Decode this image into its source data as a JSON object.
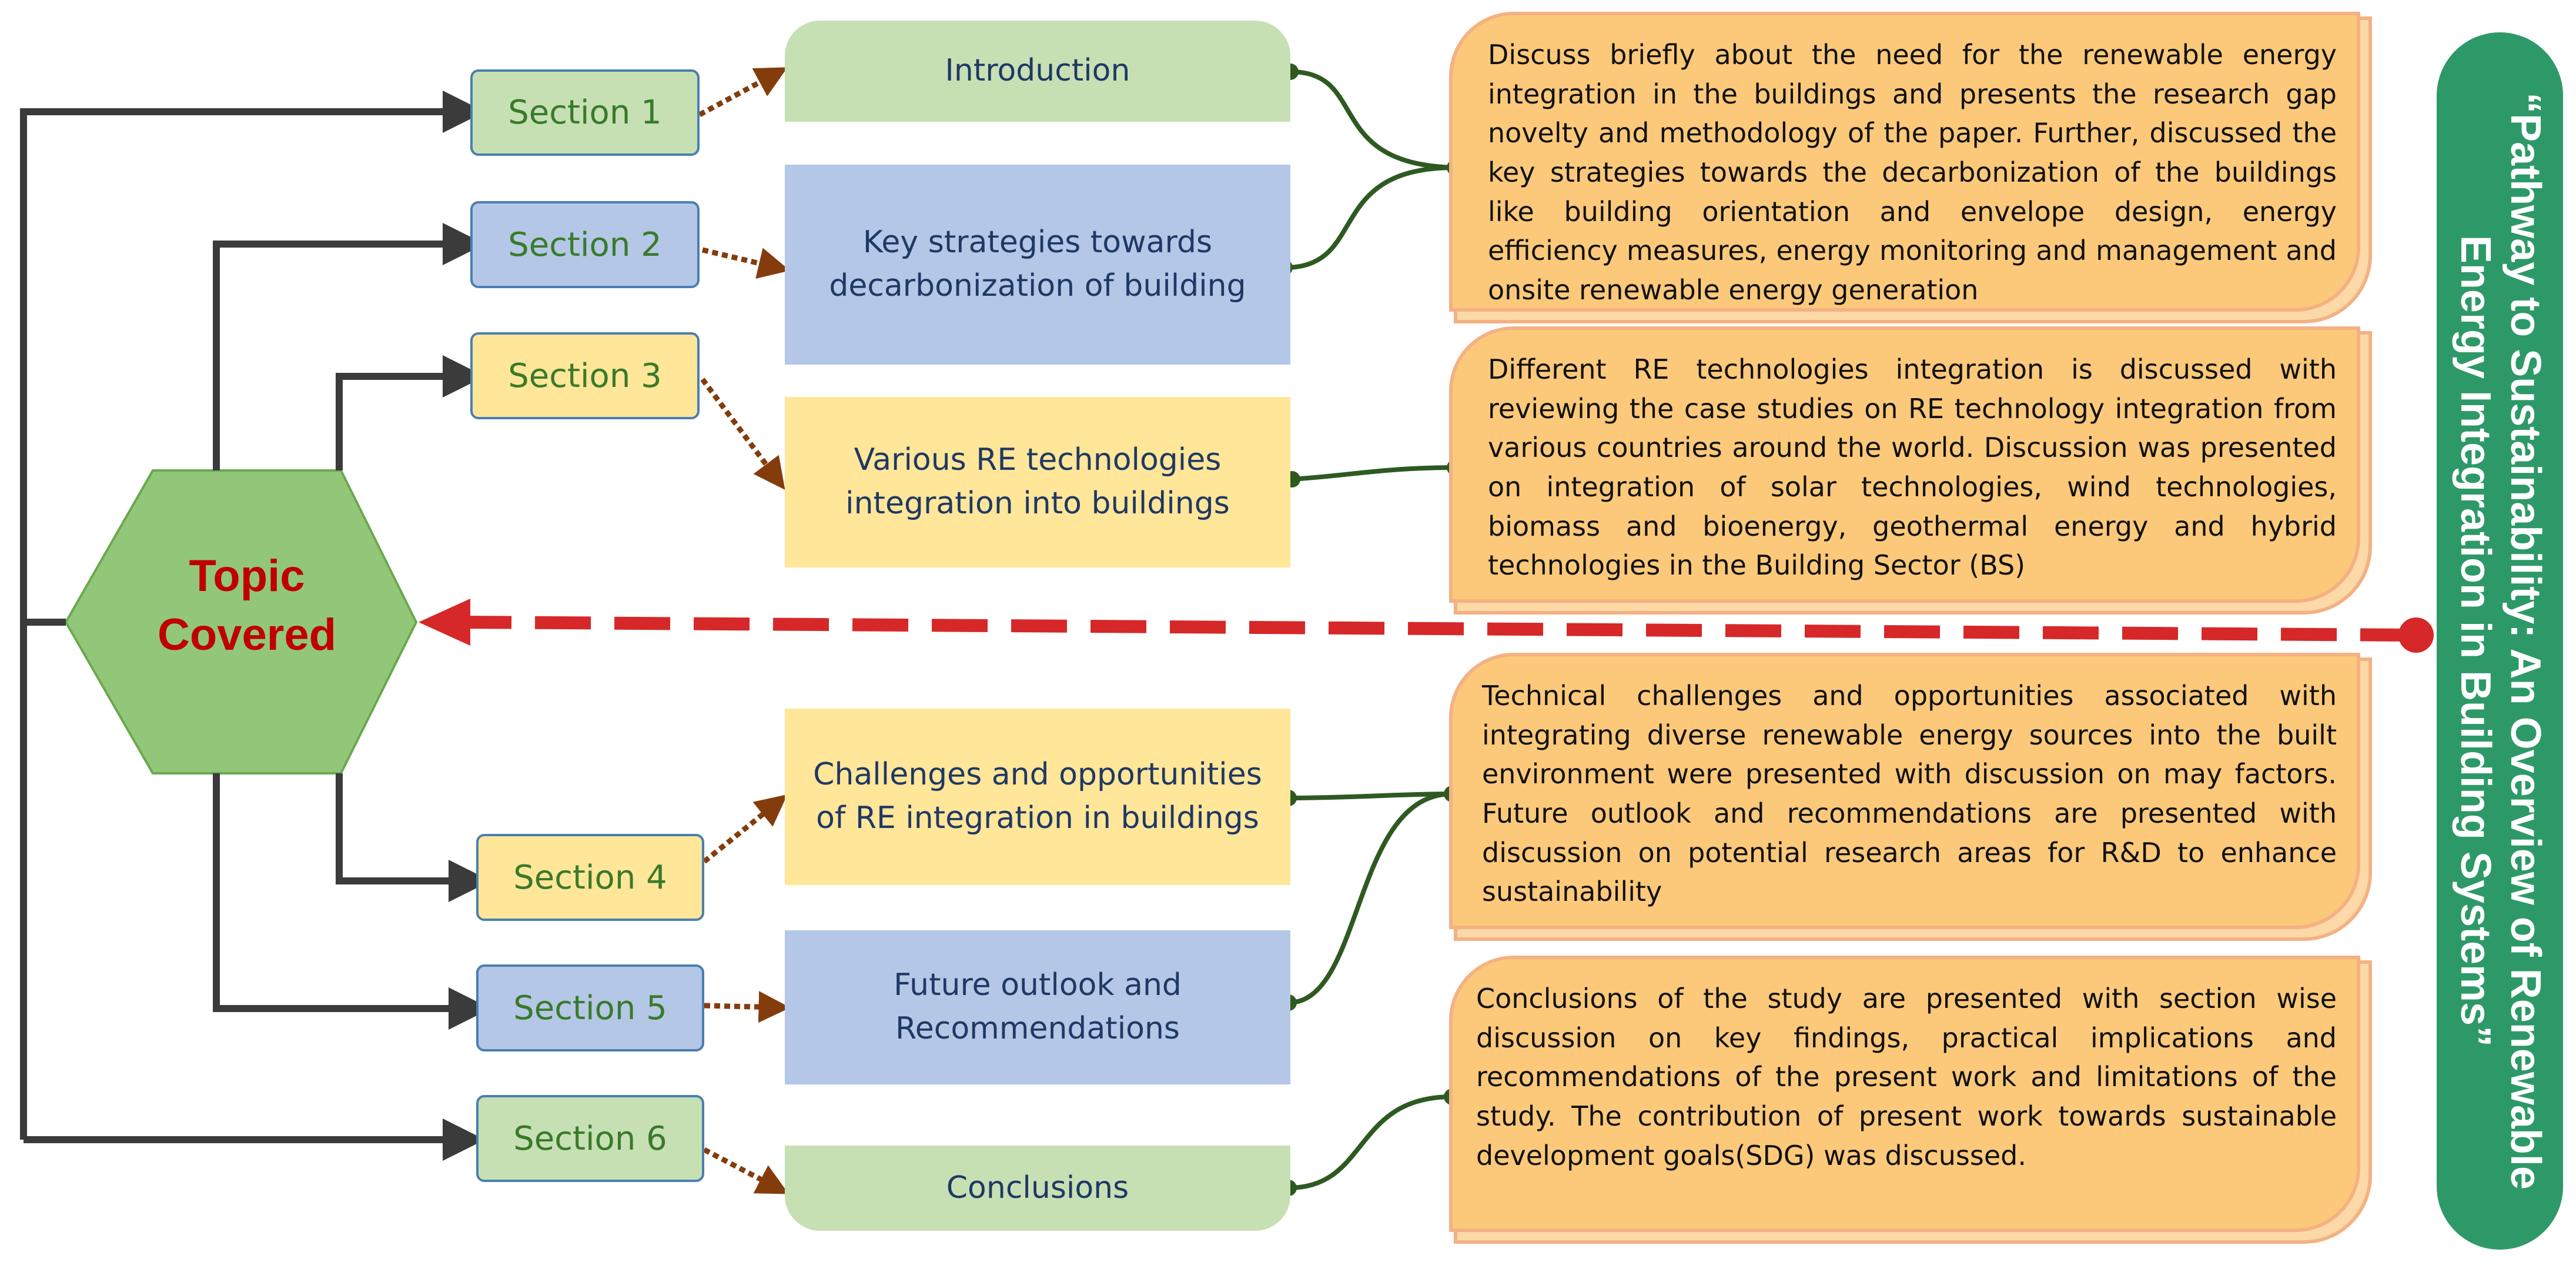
{
  "topic": {
    "line1": "Topic",
    "line2": "Covered"
  },
  "sections": [
    {
      "label": "Section 1",
      "topic": "Introduction"
    },
    {
      "label": "Section 2",
      "topic": "Key strategies towards decarbonization of building"
    },
    {
      "label": "Section 3",
      "topic": "Various RE technologies integration into buildings"
    },
    {
      "label": "Section 4",
      "topic": "Challenges and opportunities of RE integration in buildings"
    },
    {
      "label": "Section 5",
      "topic": "Future outlook and Recommendations"
    },
    {
      "label": "Section 6",
      "topic": "Conclusions"
    }
  ],
  "descriptions": [
    "Discuss briefly about the need for the renewable energy integration in the buildings and presents the research gap novelty and methodology of the paper. Further, discussed the key strategies towards the decarbonization of the buildings like building orientation and envelope design, energy efficiency measures, energy monitoring and management and onsite renewable energy generation",
    "Different RE technologies integration is discussed with reviewing the case studies on RE technology integration from various countries around the world. Discussion was presented on integration of solar technologies, wind technologies, biomass and bioenergy, geothermal energy and hybrid technologies in the Building Sector (BS)",
    "Technical challenges and opportunities associated with integrating diverse renewable energy sources into the built environment were presented with discussion on may factors. Future outlook and recommendations are presented with discussion on potential research areas for R&D to enhance sustainability",
    "Conclusions of the study are presented with section wise discussion on key findings, practical implications and recommendations of the present work and limitations of the study. The contribution of present work towards sustainable development goals(SDG) was discussed."
  ],
  "banner": {
    "title": "“Pathway to Sustainability: An Overview of Renewable Energy Integration in Building Systems”"
  },
  "colors": {
    "green": "#c6e0b4",
    "blue": "#b4c7e7",
    "yellow": "#ffe699",
    "description_fill": "#fcc97a",
    "hexagon": "#92c77a",
    "topic_text": "#c00000",
    "banner": "#2e9968",
    "dashed_arrow": "#d62828"
  }
}
